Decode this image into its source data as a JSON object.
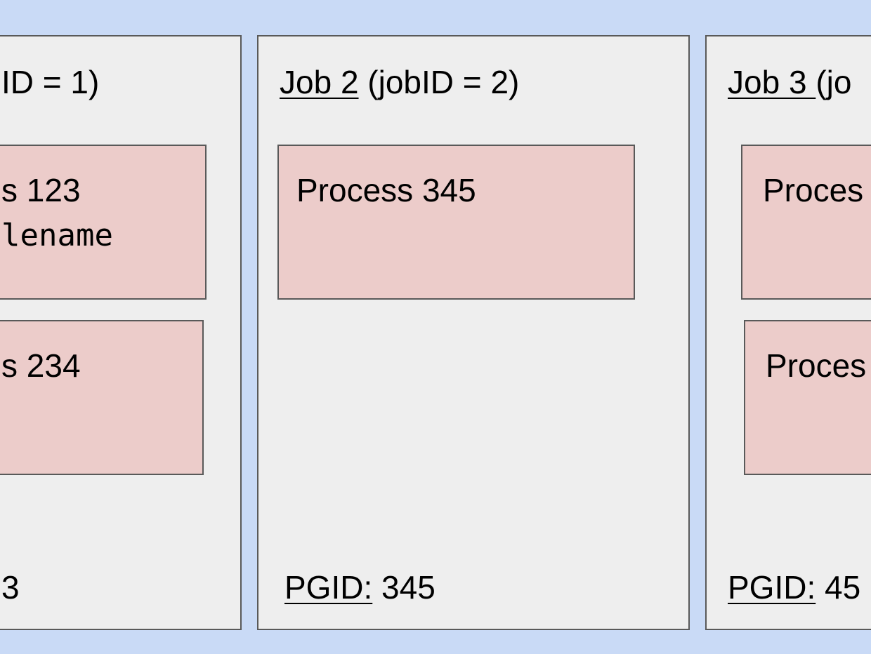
{
  "jobs": [
    {
      "title_link": "",
      "title_rest": "ID = 1)",
      "processes": [
        {
          "line1": "s 123",
          "line2": "lename"
        },
        {
          "line1": "s 234",
          "line2": ""
        }
      ],
      "pgid_label": "",
      "pgid_value": "3"
    },
    {
      "title_link": "Job 2",
      "title_rest": " (jobID = 2)",
      "processes": [
        {
          "line1": "Process 345",
          "line2": ""
        }
      ],
      "pgid_label": "PGID:",
      "pgid_value": " 345"
    },
    {
      "title_link": "Job 3 ",
      "title_rest": "(jo",
      "processes": [
        {
          "line1": "Proces",
          "line2": ""
        },
        {
          "line1": "Proces",
          "line2": ""
        }
      ],
      "pgid_label": "PGID:",
      "pgid_value": " 45"
    }
  ]
}
